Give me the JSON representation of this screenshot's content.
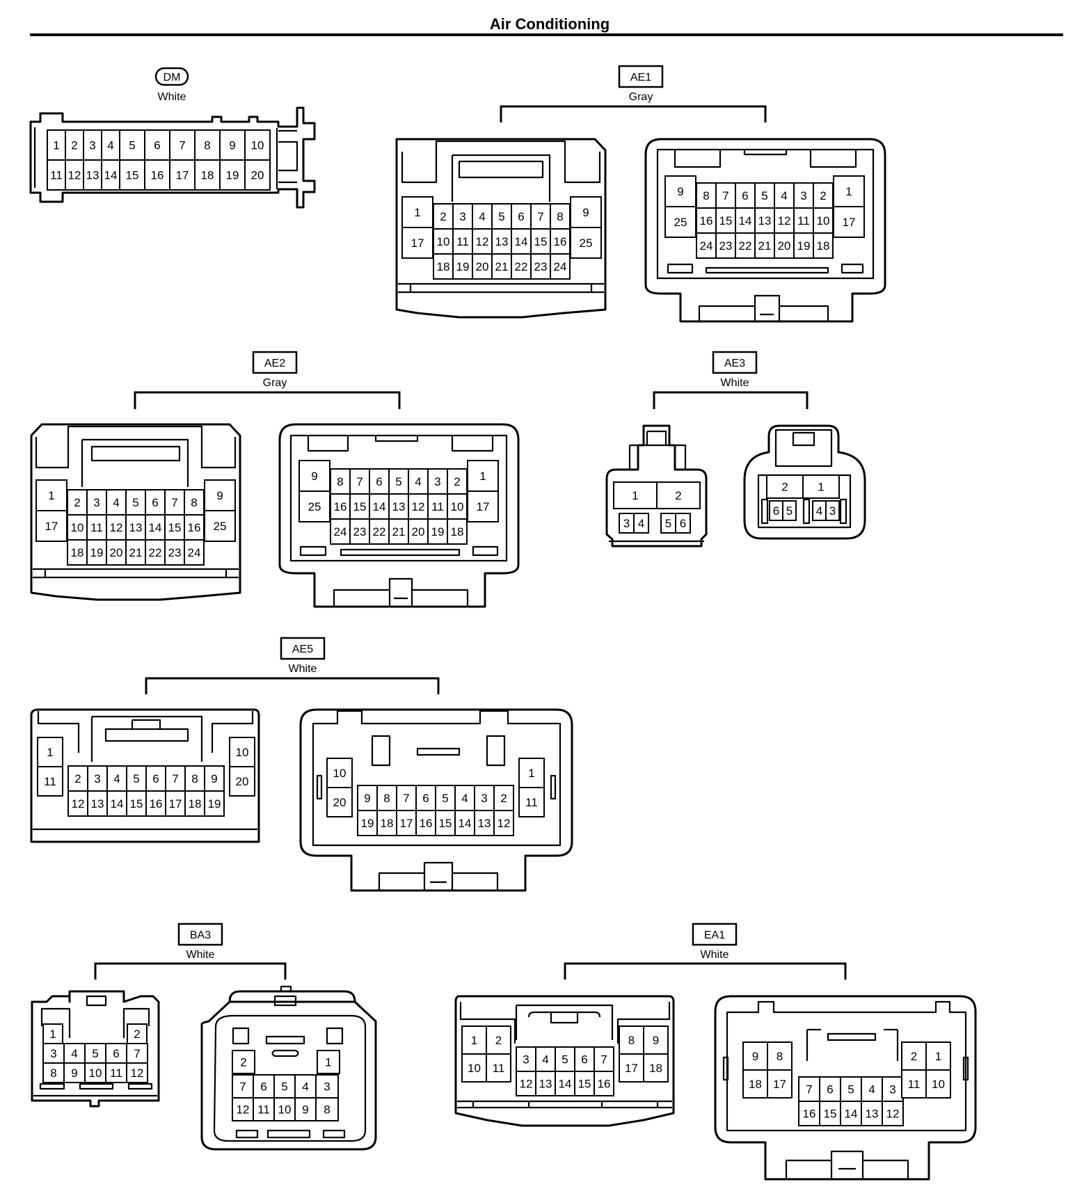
{
  "title": "Air Conditioning",
  "connectors": [
    {
      "id": "DM",
      "color": "White"
    },
    {
      "id": "AE1",
      "color": "Gray"
    },
    {
      "id": "AE2",
      "color": "Gray"
    },
    {
      "id": "AE3",
      "color": "White"
    },
    {
      "id": "AE5",
      "color": "White"
    },
    {
      "id": "BA3",
      "color": "White"
    },
    {
      "id": "EA1",
      "color": "White"
    }
  ],
  "pins": {
    "dm": {
      "row1": [
        "1",
        "2",
        "3",
        "4",
        "5",
        "6",
        "7",
        "8",
        "9",
        "10"
      ],
      "row2": [
        "11",
        "12",
        "13",
        "14",
        "15",
        "16",
        "17",
        "18",
        "19",
        "20"
      ]
    },
    "ae1_left": {
      "left_col": [
        "1",
        "17"
      ],
      "right_col": [
        "9",
        "25"
      ],
      "row1": [
        "2",
        "3",
        "4",
        "5",
        "6",
        "7",
        "8"
      ],
      "row2": [
        "10",
        "11",
        "12",
        "13",
        "14",
        "15",
        "16"
      ],
      "row3": [
        "18",
        "19",
        "20",
        "21",
        "22",
        "23",
        "24"
      ]
    },
    "ae1_right": {
      "left_col": [
        "9",
        "25"
      ],
      "right_col": [
        "1",
        "17"
      ],
      "row1": [
        "8",
        "7",
        "6",
        "5",
        "4",
        "3",
        "2"
      ],
      "row2": [
        "16",
        "15",
        "14",
        "13",
        "12",
        "11",
        "10"
      ],
      "row3": [
        "24",
        "23",
        "22",
        "21",
        "20",
        "19",
        "18"
      ]
    },
    "ae2_left": {
      "left_col": [
        "1",
        "17"
      ],
      "right_col": [
        "9",
        "25"
      ],
      "row1": [
        "2",
        "3",
        "4",
        "5",
        "6",
        "7",
        "8"
      ],
      "row2": [
        "10",
        "11",
        "12",
        "13",
        "14",
        "15",
        "16"
      ],
      "row3": [
        "18",
        "19",
        "20",
        "21",
        "22",
        "23",
        "24"
      ]
    },
    "ae2_right": {
      "left_col": [
        "9",
        "25"
      ],
      "right_col": [
        "1",
        "17"
      ],
      "row1": [
        "8",
        "7",
        "6",
        "5",
        "4",
        "3",
        "2"
      ],
      "row2": [
        "16",
        "15",
        "14",
        "13",
        "12",
        "11",
        "10"
      ],
      "row3": [
        "24",
        "23",
        "22",
        "21",
        "20",
        "19",
        "18"
      ]
    },
    "ae3_left": {
      "top": [
        "1",
        "2"
      ],
      "bottom": [
        "3",
        "4",
        "5",
        "6"
      ]
    },
    "ae3_right": {
      "top": [
        "2",
        "1"
      ],
      "bottom": [
        "6",
        "5",
        "4",
        "3"
      ]
    },
    "ae5_left": {
      "left_col": [
        "1",
        "11"
      ],
      "right_col": [
        "10",
        "20"
      ],
      "row1": [
        "2",
        "3",
        "4",
        "5",
        "6",
        "7",
        "8",
        "9"
      ],
      "row2": [
        "12",
        "13",
        "14",
        "15",
        "16",
        "17",
        "18",
        "19"
      ]
    },
    "ae5_right": {
      "left_col": [
        "10",
        "20"
      ],
      "right_col": [
        "1",
        "11"
      ],
      "row1": [
        "9",
        "8",
        "7",
        "6",
        "5",
        "4",
        "3",
        "2"
      ],
      "row2": [
        "19",
        "18",
        "17",
        "16",
        "15",
        "14",
        "13",
        "12"
      ]
    },
    "ba3_left": {
      "top": [
        "1",
        "2"
      ],
      "row2": [
        "3",
        "4",
        "5",
        "6",
        "7"
      ],
      "row3": [
        "8",
        "9",
        "10",
        "11",
        "12"
      ]
    },
    "ba3_right": {
      "top": [
        "2",
        "1"
      ],
      "row2": [
        "7",
        "6",
        "5",
        "4",
        "3"
      ],
      "row3": [
        "12",
        "11",
        "10",
        "9",
        "8"
      ]
    },
    "ea1_left": {
      "left_block": [
        [
          "1",
          "2"
        ],
        [
          "10",
          "11"
        ]
      ],
      "right_block": [
        [
          "8",
          "9"
        ],
        [
          "17",
          "18"
        ]
      ],
      "row1": [
        "3",
        "4",
        "5",
        "6",
        "7"
      ],
      "row2": [
        "12",
        "13",
        "14",
        "15",
        "16"
      ]
    },
    "ea1_right": {
      "left_block": [
        [
          "9",
          "8"
        ],
        [
          "18",
          "17"
        ]
      ],
      "right_block": [
        [
          "2",
          "1"
        ],
        [
          "11",
          "10"
        ]
      ],
      "row1": [
        "7",
        "6",
        "5",
        "4",
        "3"
      ],
      "row2": [
        "16",
        "15",
        "14",
        "13",
        "12"
      ]
    }
  }
}
